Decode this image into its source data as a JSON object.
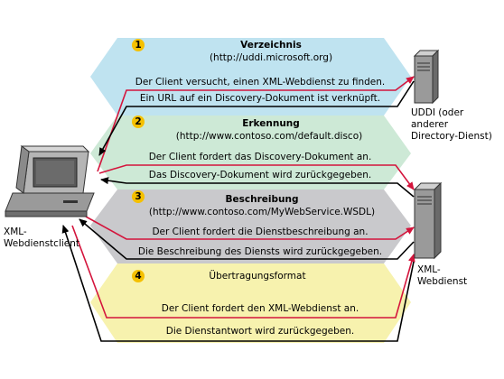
{
  "sections": [
    {
      "number": "1",
      "title": "Verzeichnis",
      "subtitle": "(http://uddi.microsoft.org)",
      "request": "Der Client versucht, einen XML-Webdienst zu finden.",
      "response": "Ein URL auf ein Discovery-Dokument ist verknüpft."
    },
    {
      "number": "2",
      "title": "Erkennung",
      "subtitle": "(http://www.contoso.com/default.disco)",
      "request": "Der Client fordert das Discovery-Dokument an.",
      "response": "Das Discovery-Dokument wird zurückgegeben."
    },
    {
      "number": "3",
      "title": "Beschreibung",
      "subtitle": "(http://www.contoso.com/MyWebService.WSDL)",
      "request": "Der Client fordert die Dienstbeschreibung an.",
      "response": "Die Beschreibung des Diensts wird zurückgegeben."
    },
    {
      "number": "4",
      "title": "Übertragungsformat",
      "subtitle": "",
      "request": "Der Client fordert den XML-Webdienst an.",
      "response": "Die Dienstantwort wird zurückgegeben."
    }
  ],
  "nodes": {
    "client_line1": "XML-",
    "client_line2": "Webdienstclient",
    "uddi_line1": "UDDI (oder",
    "uddi_line2": "anderer",
    "uddi_line3": "Directory-Dienst)",
    "webservice_line1": "XML-",
    "webservice_line2": "Webdienst"
  },
  "colors": {
    "band1": "#bfe3f0",
    "band2": "#cde9d6",
    "band3": "#c9c9cc",
    "band4": "#f7f2ae",
    "request_arrow": "#d4143c",
    "response_arrow": "#000000",
    "badge": "#f5c000"
  }
}
